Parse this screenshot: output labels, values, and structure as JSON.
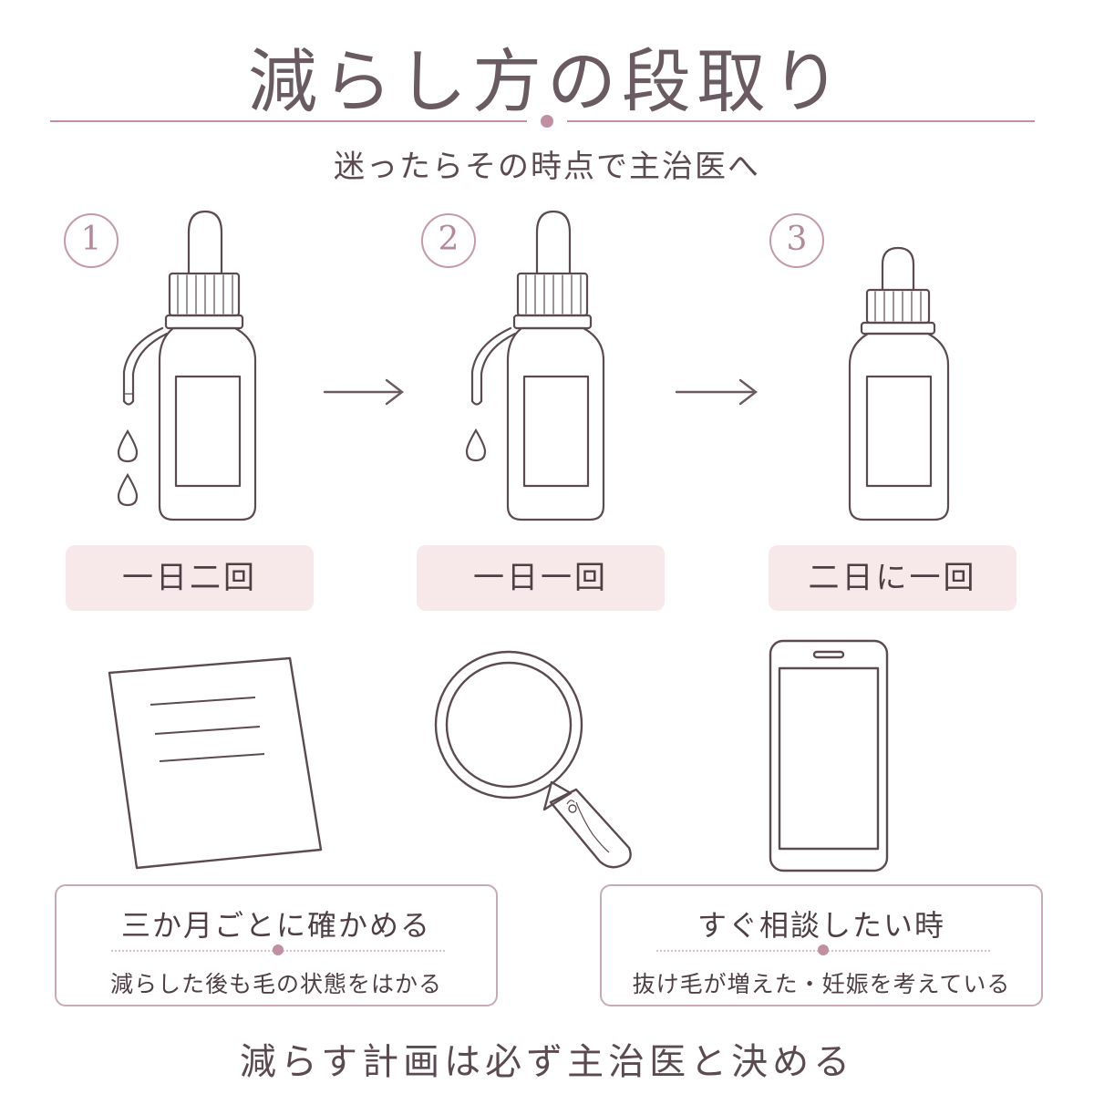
{
  "title": "減らし方の段取り",
  "subtitle": "迷ったらその時点で主治医へ",
  "steps": [
    {
      "number": "1",
      "frequency": "一日二回",
      "drops": 2
    },
    {
      "number": "2",
      "frequency": "一日一回",
      "drops": 1
    },
    {
      "number": "3",
      "frequency": "二日に一回",
      "drops": 0
    }
  ],
  "cards": [
    {
      "title": "三か月ごとに確かめる",
      "subtitle": "減らした後も毛の状態をはかる"
    },
    {
      "title": "すぐ相談したい時",
      "subtitle": "抜け毛が増えた・妊娠を考えている"
    }
  ],
  "footer": "減らす計画は必ず主治医と決める",
  "colors": {
    "accent": "#c08fa1",
    "line": "#5c4a52",
    "pale_box": "#f7e8ea",
    "card_border": "#c9a9b4"
  },
  "icons": [
    "dropper-bottle-icon",
    "arrow-right-icon",
    "paper-document-icon",
    "magnifying-glass-icon",
    "smartphone-icon"
  ]
}
